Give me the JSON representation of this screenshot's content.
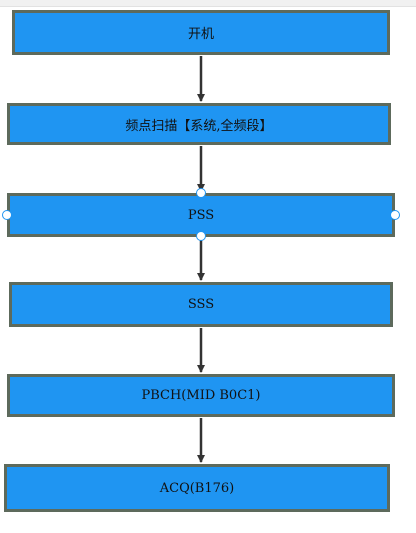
{
  "nodes": [
    {
      "id": "power-on",
      "label": "开机"
    },
    {
      "id": "frequency-scan",
      "label": "频点扫描【系统,全频段】"
    },
    {
      "id": "pss",
      "label": "PSS"
    },
    {
      "id": "sss",
      "label": "SSS"
    },
    {
      "id": "pbch",
      "label": "PBCH(MID B0C1)"
    },
    {
      "id": "acq",
      "label": "ACQ(B176)"
    }
  ],
  "edges": [
    {
      "from": "power-on",
      "to": "frequency-scan"
    },
    {
      "from": "frequency-scan",
      "to": "pss"
    },
    {
      "from": "pss",
      "to": "sss"
    },
    {
      "from": "sss",
      "to": "pbch"
    },
    {
      "from": "pbch",
      "to": "acq"
    }
  ],
  "colors": {
    "node_fill": "#1f95f2",
    "node_border": "#5d6a5c",
    "arrow": "#333333",
    "handle_border": "#1f95f2"
  }
}
